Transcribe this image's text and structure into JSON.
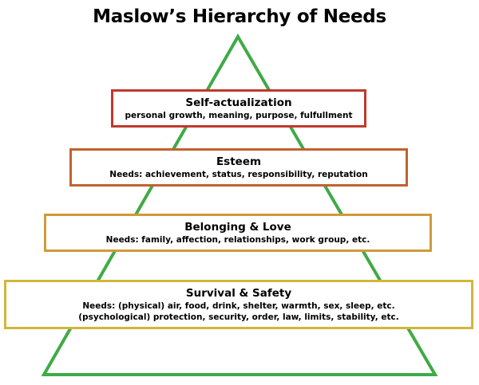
{
  "title": "Maslow’s Hierarchy of Needs",
  "colors": {
    "pyramid": "#3fab45",
    "self_actualization_border": "#c0392b",
    "esteem_border": "#c0622f",
    "belonging_border": "#d09a3a",
    "survival_border": "#d1b73a"
  },
  "levels": [
    {
      "title": "Self-actualization",
      "lines": [
        "personal growth, meaning, purpose, fulfullment"
      ]
    },
    {
      "title": "Esteem",
      "lines": [
        "Needs:  achievement, status, responsibility, reputation"
      ]
    },
    {
      "title": "Belonging & Love",
      "lines": [
        "Needs:  family, affection, relationships, work group, etc."
      ]
    },
    {
      "title": "Survival & Safety",
      "lines": [
        "Needs:  (physical) air, food, drink, shelter, warmth, sex, sleep, etc.",
        "(psychological) protection, security, order, law, limits, stability, etc."
      ]
    }
  ]
}
